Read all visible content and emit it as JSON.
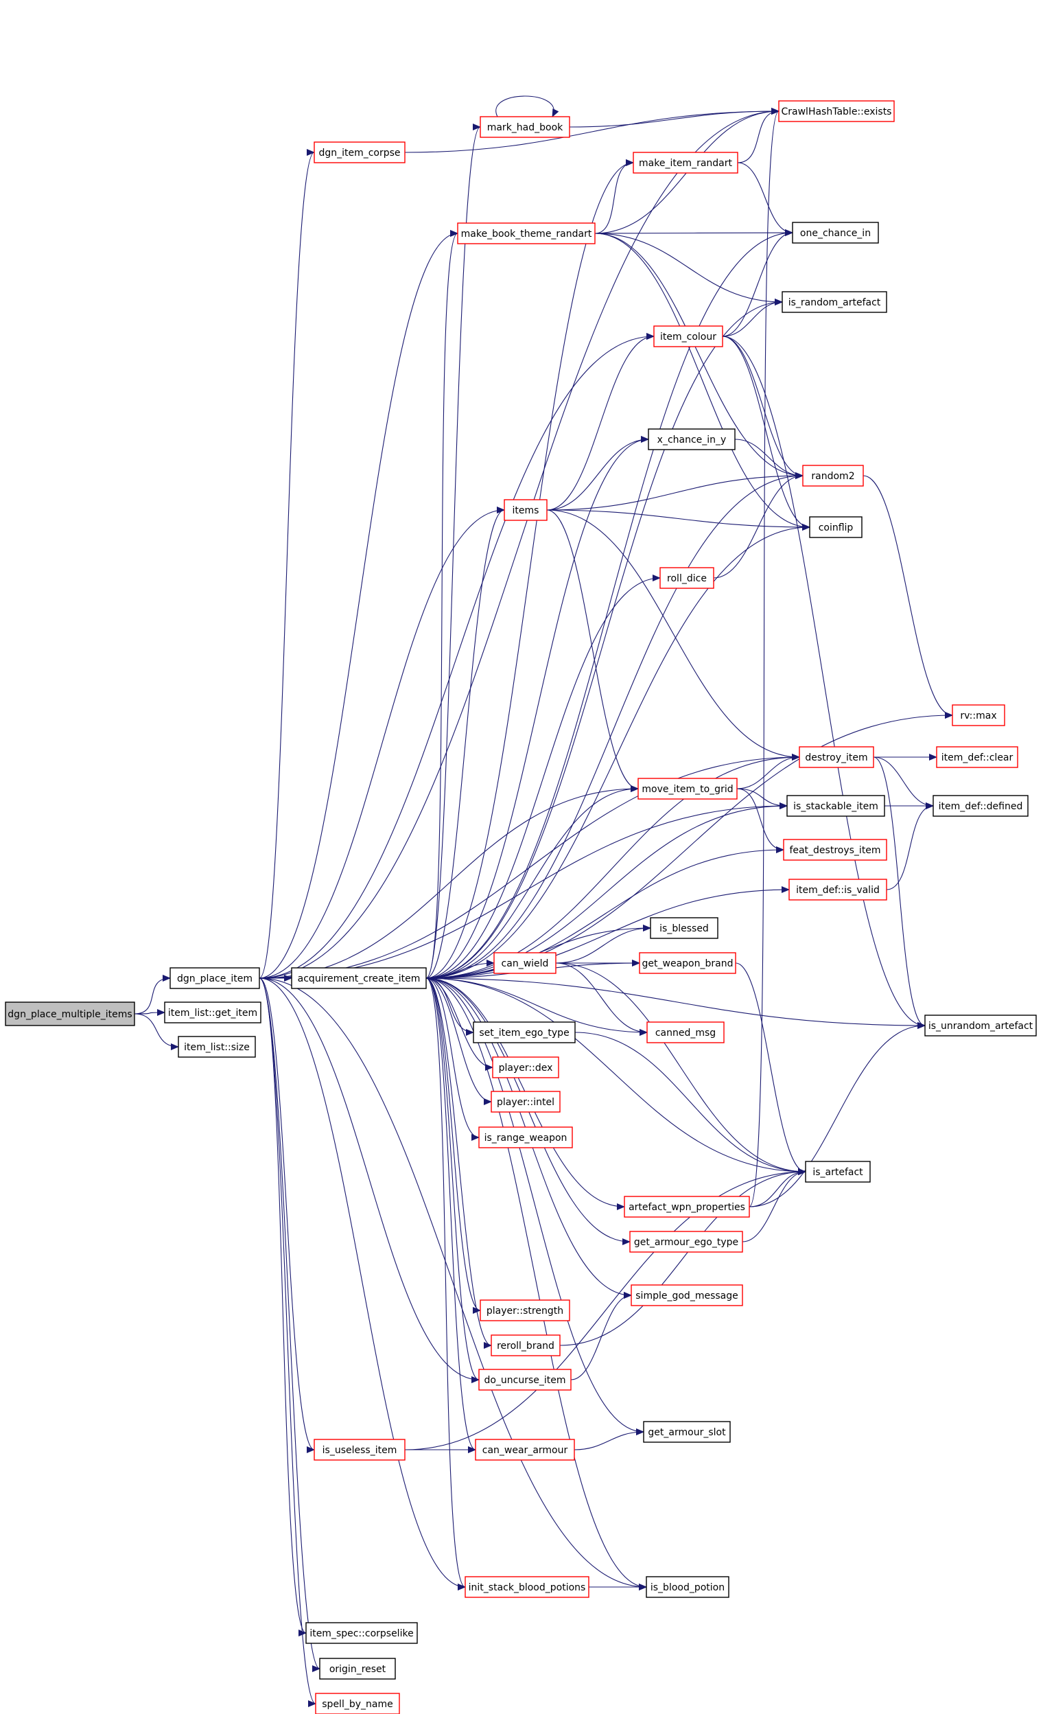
{
  "nodes": [
    {
      "id": "dgn_place_multiple_items",
      "label": "dgn_place_multiple_items",
      "border": "black",
      "root": true
    },
    {
      "id": "dgn_place_item",
      "label": "dgn_place_item",
      "border": "black"
    },
    {
      "id": "item_list_get_item",
      "label": "item_list::get_item",
      "border": "black"
    },
    {
      "id": "item_list_size",
      "label": "item_list::size",
      "border": "black"
    },
    {
      "id": "acquirement_create_item",
      "label": "acquirement_create_item",
      "border": "black"
    },
    {
      "id": "dgn_item_corpse",
      "label": "dgn_item_corpse",
      "border": "red"
    },
    {
      "id": "mark_had_book",
      "label": "mark_had_book",
      "border": "red"
    },
    {
      "id": "crawlhashtable_exists",
      "label": "CrawlHashTable::exists",
      "border": "red"
    },
    {
      "id": "make_item_randart",
      "label": "make_item_randart",
      "border": "red"
    },
    {
      "id": "make_book_theme_randart",
      "label": "make_book_theme_randart",
      "border": "red"
    },
    {
      "id": "one_chance_in",
      "label": "one_chance_in",
      "border": "black"
    },
    {
      "id": "is_random_artefact",
      "label": "is_random_artefact",
      "border": "black"
    },
    {
      "id": "item_colour",
      "label": "item_colour",
      "border": "red"
    },
    {
      "id": "x_chance_in_y",
      "label": "x_chance_in_y",
      "border": "black"
    },
    {
      "id": "random2",
      "label": "random2",
      "border": "red"
    },
    {
      "id": "items",
      "label": "items",
      "border": "red"
    },
    {
      "id": "coinflip",
      "label": "coinflip",
      "border": "black"
    },
    {
      "id": "roll_dice",
      "label": "roll_dice",
      "border": "red"
    },
    {
      "id": "rv_max",
      "label": "rv::max",
      "border": "red"
    },
    {
      "id": "destroy_item",
      "label": "destroy_item",
      "border": "red"
    },
    {
      "id": "item_def_clear",
      "label": "item_def::clear",
      "border": "red"
    },
    {
      "id": "move_item_to_grid",
      "label": "move_item_to_grid",
      "border": "red"
    },
    {
      "id": "is_stackable_item",
      "label": "is_stackable_item",
      "border": "black"
    },
    {
      "id": "item_def_defined",
      "label": "item_def::defined",
      "border": "black"
    },
    {
      "id": "feat_destroys_item",
      "label": "feat_destroys_item",
      "border": "red"
    },
    {
      "id": "item_def_is_valid",
      "label": "item_def::is_valid",
      "border": "red"
    },
    {
      "id": "is_blessed",
      "label": "is_blessed",
      "border": "black"
    },
    {
      "id": "can_wield",
      "label": "can_wield",
      "border": "red"
    },
    {
      "id": "get_weapon_brand",
      "label": "get_weapon_brand",
      "border": "red"
    },
    {
      "id": "canned_msg",
      "label": "canned_msg",
      "border": "red"
    },
    {
      "id": "is_unrandom_artefact",
      "label": "is_unrandom_artefact",
      "border": "black"
    },
    {
      "id": "set_item_ego_type",
      "label": "set_item_ego_type",
      "border": "black"
    },
    {
      "id": "player_dex",
      "label": "player::dex",
      "border": "red"
    },
    {
      "id": "player_intel",
      "label": "player::intel",
      "border": "red"
    },
    {
      "id": "is_range_weapon",
      "label": "is_range_weapon",
      "border": "red"
    },
    {
      "id": "is_artefact",
      "label": "is_artefact",
      "border": "black"
    },
    {
      "id": "artefact_wpn_properties",
      "label": "artefact_wpn_properties",
      "border": "red"
    },
    {
      "id": "get_armour_ego_type",
      "label": "get_armour_ego_type",
      "border": "red"
    },
    {
      "id": "simple_god_message",
      "label": "simple_god_message",
      "border": "red"
    },
    {
      "id": "player_strength",
      "label": "player::strength",
      "border": "red"
    },
    {
      "id": "reroll_brand",
      "label": "reroll_brand",
      "border": "red"
    },
    {
      "id": "do_uncurse_item",
      "label": "do_uncurse_item",
      "border": "red"
    },
    {
      "id": "get_armour_slot",
      "label": "get_armour_slot",
      "border": "black"
    },
    {
      "id": "is_useless_item",
      "label": "is_useless_item",
      "border": "red"
    },
    {
      "id": "can_wear_armour",
      "label": "can_wear_armour",
      "border": "red"
    },
    {
      "id": "init_stack_blood_potions",
      "label": "init_stack_blood_potions",
      "border": "red"
    },
    {
      "id": "is_blood_potion",
      "label": "is_blood_potion",
      "border": "black"
    },
    {
      "id": "item_spec_corpselike",
      "label": "item_spec::corpselike",
      "border": "black"
    },
    {
      "id": "origin_reset",
      "label": "origin_reset",
      "border": "black"
    },
    {
      "id": "spell_by_name",
      "label": "spell_by_name",
      "border": "red"
    }
  ],
  "edges": [
    [
      "dgn_place_multiple_items",
      "dgn_place_item"
    ],
    [
      "dgn_place_multiple_items",
      "item_list_get_item"
    ],
    [
      "dgn_place_multiple_items",
      "item_list_size"
    ],
    [
      "dgn_place_item",
      "acquirement_create_item"
    ],
    [
      "dgn_place_item",
      "dgn_item_corpse"
    ],
    [
      "dgn_place_item",
      "crawlhashtable_exists"
    ],
    [
      "dgn_place_item",
      "make_book_theme_randart"
    ],
    [
      "dgn_place_item",
      "item_colour"
    ],
    [
      "dgn_place_item",
      "items"
    ],
    [
      "dgn_place_item",
      "destroy_item"
    ],
    [
      "dgn_place_item",
      "is_stackable_item"
    ],
    [
      "dgn_place_item",
      "move_item_to_grid"
    ],
    [
      "dgn_place_item",
      "is_useless_item"
    ],
    [
      "dgn_place_item",
      "do_uncurse_item"
    ],
    [
      "dgn_place_item",
      "init_stack_blood_potions"
    ],
    [
      "dgn_place_item",
      "is_blood_potion"
    ],
    [
      "dgn_place_item",
      "item_spec_corpselike"
    ],
    [
      "dgn_place_item",
      "origin_reset"
    ],
    [
      "dgn_place_item",
      "spell_by_name"
    ],
    [
      "dgn_item_corpse",
      "crawlhashtable_exists"
    ],
    [
      "mark_had_book",
      "mark_had_book"
    ],
    [
      "mark_had_book",
      "crawlhashtable_exists"
    ],
    [
      "make_item_randart",
      "crawlhashtable_exists"
    ],
    [
      "make_item_randart",
      "one_chance_in"
    ],
    [
      "make_book_theme_randart",
      "crawlhashtable_exists"
    ],
    [
      "make_book_theme_randart",
      "make_item_randart"
    ],
    [
      "make_book_theme_randart",
      "one_chance_in"
    ],
    [
      "make_book_theme_randart",
      "is_random_artefact"
    ],
    [
      "make_book_theme_randart",
      "random2"
    ],
    [
      "make_book_theme_randart",
      "coinflip"
    ],
    [
      "item_colour",
      "one_chance_in"
    ],
    [
      "item_colour",
      "is_random_artefact"
    ],
    [
      "item_colour",
      "random2"
    ],
    [
      "item_colour",
      "coinflip"
    ],
    [
      "item_colour",
      "is_unrandom_artefact"
    ],
    [
      "x_chance_in_y",
      "random2"
    ],
    [
      "random2",
      "rv_max"
    ],
    [
      "items",
      "item_colour"
    ],
    [
      "items",
      "x_chance_in_y"
    ],
    [
      "items",
      "random2"
    ],
    [
      "items",
      "coinflip"
    ],
    [
      "items",
      "destroy_item"
    ],
    [
      "items",
      "move_item_to_grid"
    ],
    [
      "roll_dice",
      "random2"
    ],
    [
      "destroy_item",
      "item_def_clear"
    ],
    [
      "destroy_item",
      "item_def_defined"
    ],
    [
      "destroy_item",
      "is_unrandom_artefact"
    ],
    [
      "move_item_to_grid",
      "destroy_item"
    ],
    [
      "move_item_to_grid",
      "is_stackable_item"
    ],
    [
      "move_item_to_grid",
      "feat_destroys_item"
    ],
    [
      "is_stackable_item",
      "item_def_defined"
    ],
    [
      "item_def_is_valid",
      "item_def_defined"
    ],
    [
      "can_wield",
      "is_blessed"
    ],
    [
      "can_wield",
      "get_weapon_brand"
    ],
    [
      "can_wield",
      "canned_msg"
    ],
    [
      "can_wield",
      "is_artefact"
    ],
    [
      "get_weapon_brand",
      "is_artefact"
    ],
    [
      "set_item_ego_type",
      "is_artefact"
    ],
    [
      "artefact_wpn_properties",
      "crawlhashtable_exists"
    ],
    [
      "artefact_wpn_properties",
      "is_artefact"
    ],
    [
      "artefact_wpn_properties",
      "is_unrandom_artefact"
    ],
    [
      "get_armour_ego_type",
      "is_artefact"
    ],
    [
      "reroll_brand",
      "is_artefact"
    ],
    [
      "do_uncurse_item",
      "simple_god_message"
    ],
    [
      "can_wear_armour",
      "get_armour_slot"
    ],
    [
      "is_useless_item",
      "can_wear_armour"
    ],
    [
      "is_useless_item",
      "is_artefact"
    ],
    [
      "init_stack_blood_potions",
      "is_blood_potion"
    ],
    [
      "acquirement_create_item",
      "mark_had_book"
    ],
    [
      "acquirement_create_item",
      "make_item_randart"
    ],
    [
      "acquirement_create_item",
      "make_book_theme_randart"
    ],
    [
      "acquirement_create_item",
      "one_chance_in"
    ],
    [
      "acquirement_create_item",
      "is_random_artefact"
    ],
    [
      "acquirement_create_item",
      "x_chance_in_y"
    ],
    [
      "acquirement_create_item",
      "random2"
    ],
    [
      "acquirement_create_item",
      "items"
    ],
    [
      "acquirement_create_item",
      "coinflip"
    ],
    [
      "acquirement_create_item",
      "roll_dice"
    ],
    [
      "acquirement_create_item",
      "rv_max"
    ],
    [
      "acquirement_create_item",
      "destroy_item"
    ],
    [
      "acquirement_create_item",
      "move_item_to_grid"
    ],
    [
      "acquirement_create_item",
      "is_stackable_item"
    ],
    [
      "acquirement_create_item",
      "feat_destroys_item"
    ],
    [
      "acquirement_create_item",
      "item_def_is_valid"
    ],
    [
      "acquirement_create_item",
      "is_blessed"
    ],
    [
      "acquirement_create_item",
      "can_wield"
    ],
    [
      "acquirement_create_item",
      "get_weapon_brand"
    ],
    [
      "acquirement_create_item",
      "canned_msg"
    ],
    [
      "acquirement_create_item",
      "set_item_ego_type"
    ],
    [
      "acquirement_create_item",
      "player_dex"
    ],
    [
      "acquirement_create_item",
      "player_intel"
    ],
    [
      "acquirement_create_item",
      "is_range_weapon"
    ],
    [
      "acquirement_create_item",
      "is_artefact"
    ],
    [
      "acquirement_create_item",
      "artefact_wpn_properties"
    ],
    [
      "acquirement_create_item",
      "get_armour_ego_type"
    ],
    [
      "acquirement_create_item",
      "simple_god_message"
    ],
    [
      "acquirement_create_item",
      "player_strength"
    ],
    [
      "acquirement_create_item",
      "reroll_brand"
    ],
    [
      "acquirement_create_item",
      "do_uncurse_item"
    ],
    [
      "acquirement_create_item",
      "get_armour_slot"
    ],
    [
      "acquirement_create_item",
      "can_wear_armour"
    ],
    [
      "acquirement_create_item",
      "is_unrandom_artefact"
    ],
    [
      "acquirement_create_item",
      "init_stack_blood_potions"
    ],
    [
      "acquirement_create_item",
      "is_blood_potion"
    ]
  ]
}
